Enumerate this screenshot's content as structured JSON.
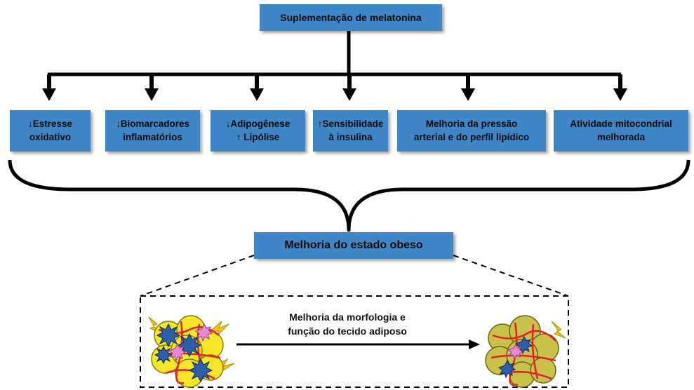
{
  "top": {
    "label": "Suplementação de melatonina"
  },
  "effects": [
    {
      "label": "↓Estresse\noxidativo"
    },
    {
      "label": "↓Biomarcadores\ninflamatórios"
    },
    {
      "label": "↓Adipogênese\n↑ Lipólise"
    },
    {
      "label": "↑Sensibilidade\nà insulina"
    },
    {
      "label": "Melhoria da pressão\narterial e do perfil lipídico"
    },
    {
      "label": "Atividade mitocondrial\nmelhorada"
    }
  ],
  "outcome": {
    "label": "Melhoria do estado obeso"
  },
  "tissue": {
    "label": "Melhoria da morfologia e\nfunção do tecido adiposo",
    "before_icon": "inflamed-adipose-tissue-icon",
    "after_icon": "healthy-adipose-tissue-icon"
  },
  "colors": {
    "box_fill": "#3f86c6",
    "connector": "#000000",
    "adipocyte_before": "#f5e62a",
    "adipocyte_after": "#c8c24a",
    "vessel": "#e0202a",
    "immune_cell": "#2b5fa8",
    "inflammatory_star": "#e889d6",
    "lightning": "#f2c418"
  }
}
